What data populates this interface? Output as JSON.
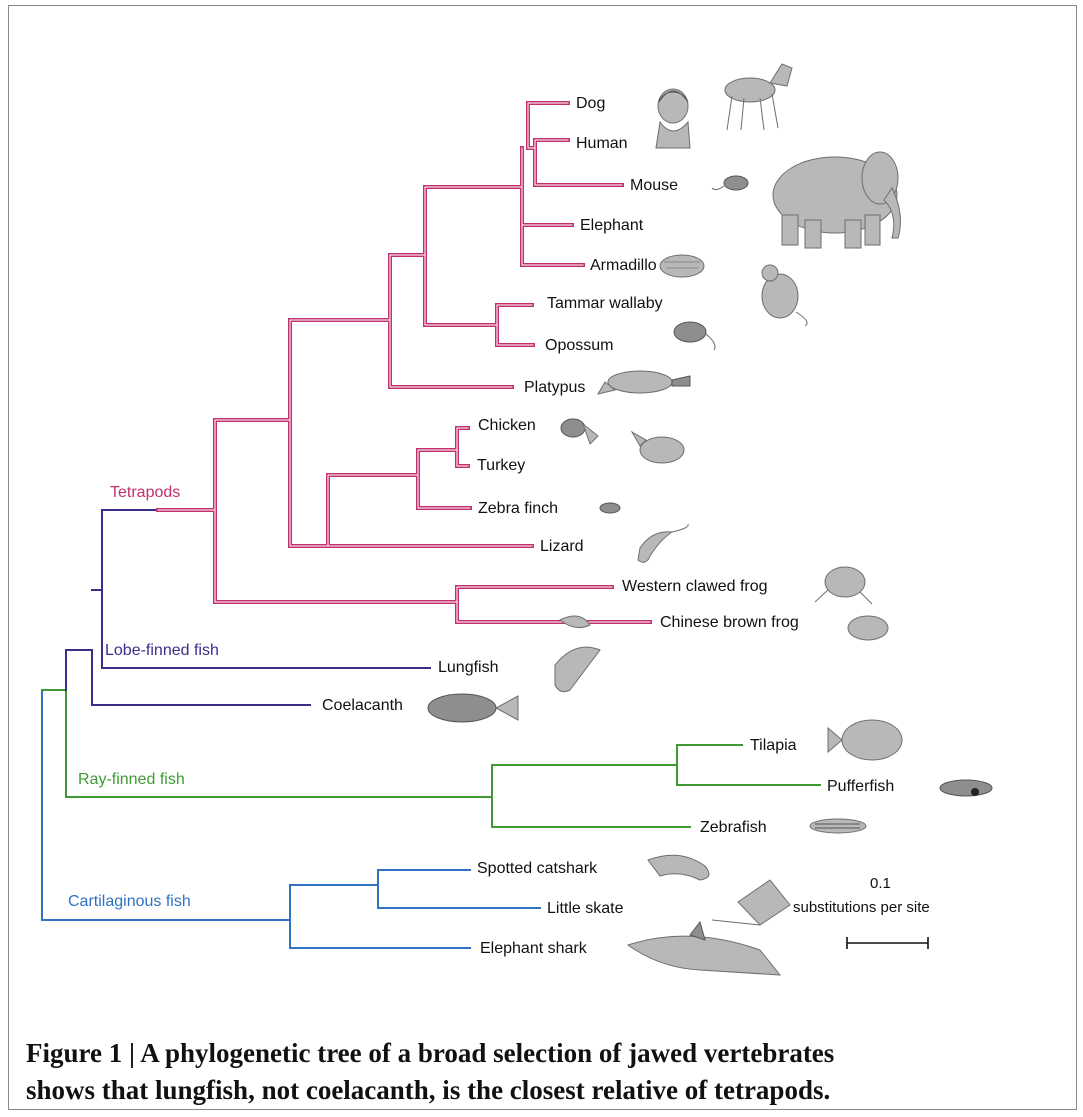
{
  "figure": {
    "caption_line1": "Figure 1 | A phylogenetic tree of a broad selection of jawed vertebrates",
    "caption_line2": "shows that lungfish, not coelacanth, is the closest relative of tetrapods."
  },
  "colors": {
    "tetrapods": "#c2306e",
    "lobe_finned": "#3b2e8a",
    "ray_finned": "#3f9a35",
    "cartilaginous": "#2f72c4"
  },
  "clades": {
    "tetrapods": "Tetrapods",
    "lobe_finned": "Lobe-finned fish",
    "ray_finned": "Ray-finned fish",
    "cartilaginous": "Cartilaginous fish"
  },
  "taxa": [
    {
      "label": "Dog",
      "icon": "dog-icon"
    },
    {
      "label": "Human",
      "icon": "human-icon"
    },
    {
      "label": "Mouse",
      "icon": "mouse-icon"
    },
    {
      "label": "Elephant",
      "icon": "elephant-icon"
    },
    {
      "label": "Armadillo",
      "icon": "armadillo-icon"
    },
    {
      "label": "Tammar wallaby",
      "icon": "wallaby-icon"
    },
    {
      "label": "Opossum",
      "icon": "opossum-icon"
    },
    {
      "label": "Platypus",
      "icon": "platypus-icon"
    },
    {
      "label": "Chicken",
      "icon": "chicken-icon"
    },
    {
      "label": "Turkey",
      "icon": "turkey-icon"
    },
    {
      "label": "Zebra finch",
      "icon": "zebra-finch-icon"
    },
    {
      "label": "Lizard",
      "icon": "lizard-icon"
    },
    {
      "label": "Western clawed frog",
      "icon": "frog-icon"
    },
    {
      "label": "Chinese brown frog",
      "icon": "frog-icon"
    },
    {
      "label": "Lungfish",
      "icon": "lungfish-icon"
    },
    {
      "label": "Coelacanth",
      "icon": "coelacanth-icon"
    },
    {
      "label": "Tilapia",
      "icon": "tilapia-icon"
    },
    {
      "label": "Pufferfish",
      "icon": "pufferfish-icon"
    },
    {
      "label": "Zebrafish",
      "icon": "zebrafish-icon"
    },
    {
      "label": "Spotted catshark",
      "icon": "catshark-icon"
    },
    {
      "label": "Little skate",
      "icon": "skate-icon"
    },
    {
      "label": "Elephant shark",
      "icon": "elephant-shark-icon"
    }
  ],
  "scale_bar": {
    "value": "0.1",
    "unit": "substitutions per site"
  }
}
